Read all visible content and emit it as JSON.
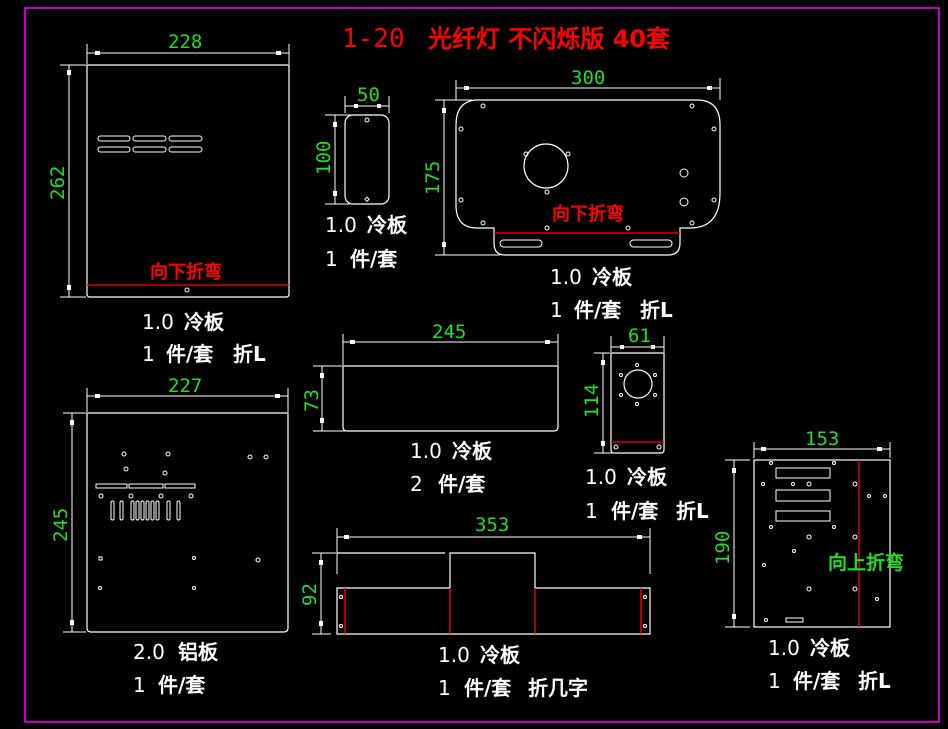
{
  "title": {
    "prefix": "1-20",
    "main": "光纤灯 不闪烁版 40套"
  },
  "colors": {
    "background": "#000000",
    "frame": "#ff00ff",
    "outline": "#ffffff",
    "dimension": "#22dd22",
    "bend_line": "#ff0000"
  },
  "parts": [
    {
      "id": "p1",
      "width_dim": "228",
      "height_dim": "262",
      "note": "向下折弯",
      "note_color": "red",
      "line1": {
        "thickness": "1.0",
        "material": "冷板"
      },
      "line2": {
        "qty": "1",
        "unit": "件/套",
        "process": "折L"
      }
    },
    {
      "id": "p2",
      "width_dim": "50",
      "height_dim": "100",
      "line1": {
        "thickness": "1.0",
        "material": "冷板"
      },
      "line2": {
        "qty": "1",
        "unit": "件/套",
        "process": ""
      }
    },
    {
      "id": "p3",
      "width_dim": "300",
      "height_dim": "175",
      "note": "向下折弯",
      "note_color": "red",
      "line1": {
        "thickness": "1.0",
        "material": "冷板"
      },
      "line2": {
        "qty": "1",
        "unit": "件/套",
        "process": "折L"
      }
    },
    {
      "id": "p4",
      "width_dim": "227",
      "height_dim": "245",
      "line1": {
        "thickness": "2.0",
        "material": "铝板"
      },
      "line2": {
        "qty": "1",
        "unit": "件/套",
        "process": ""
      }
    },
    {
      "id": "p5",
      "width_dim": "245",
      "height_dim": "73",
      "line1": {
        "thickness": "1.0",
        "material": "冷板"
      },
      "line2": {
        "qty": "2",
        "unit": "件/套",
        "process": ""
      }
    },
    {
      "id": "p6",
      "width_dim": "61",
      "height_dim": "114",
      "line1": {
        "thickness": "1.0",
        "material": "冷板"
      },
      "line2": {
        "qty": "1",
        "unit": "件/套",
        "process": "折L"
      }
    },
    {
      "id": "p7",
      "width_dim": "353",
      "height_dim": "92",
      "line1": {
        "thickness": "1.0",
        "material": "冷板"
      },
      "line2": {
        "qty": "1",
        "unit": "件/套",
        "process": "折几字"
      }
    },
    {
      "id": "p8",
      "width_dim": "153",
      "height_dim": "190",
      "note": "向上折弯",
      "note_color": "green",
      "line1": {
        "thickness": "1.0",
        "material": "冷板"
      },
      "line2": {
        "qty": "1",
        "unit": "件/套",
        "process": "折L"
      }
    }
  ]
}
